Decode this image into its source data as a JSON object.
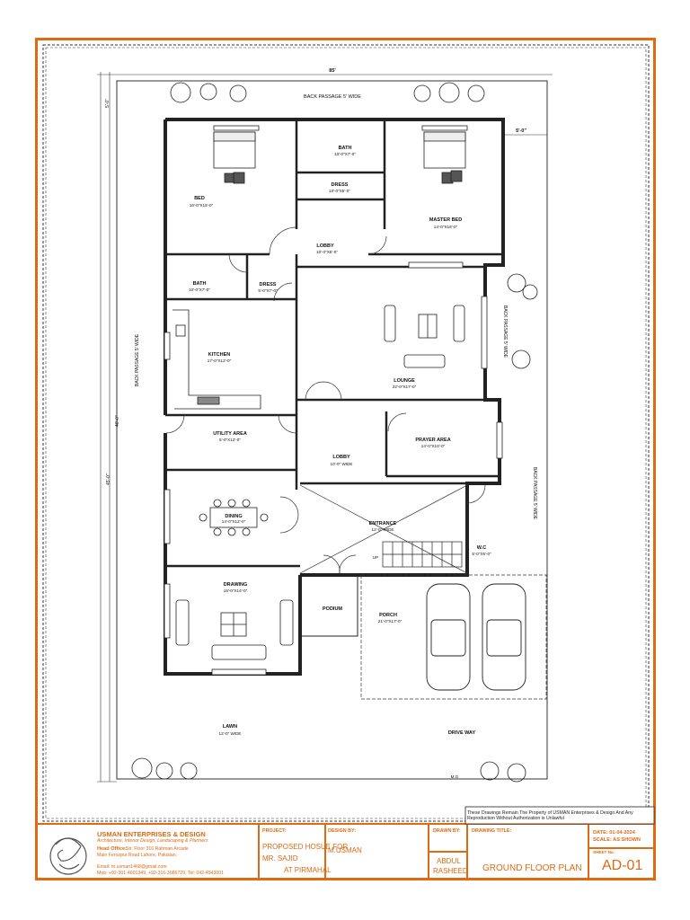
{
  "plan": {
    "overall_width_dim": "85'",
    "overall_depth_dim": "45'-0\"",
    "left_dim_top": "5'-0\"",
    "left_dim_mid": "40'-0\"",
    "right_top_dim": "5'-0\"",
    "back_passage": "BACK PASSAGE 5' WIDE",
    "side_passage_right_upper": "BACK PASSAGE 5' WIDE",
    "side_passage_left": "BACK PASSAGE 5' WIDE",
    "side_passage_right_lower": "BACK PASSAGE 5' WIDE",
    "lawn": {
      "label": "LAWN",
      "dim": "12'-0\" WIDE"
    },
    "driveway": {
      "label": "DRIVE WAY"
    },
    "bottom_label": "M.G",
    "rooms": [
      {
        "id": "bed",
        "label": "BED",
        "dim": "16'-0\"X15'-0\""
      },
      {
        "id": "bath-top",
        "label": "BATH",
        "dim": "10'-0\"X7'-0\""
      },
      {
        "id": "dress-top",
        "label": "DRESS",
        "dim": "10'-0\"X5'-0\""
      },
      {
        "id": "master-bed",
        "label": "MASTER BED",
        "dim": "14'-0\"X16'-0\""
      },
      {
        "id": "lobby-top",
        "label": "LOBBY",
        "dim": "10'-0\"X5'-0\""
      },
      {
        "id": "bath-left",
        "label": "BATH",
        "dim": "10'-0\"X7'-0\""
      },
      {
        "id": "dress-left",
        "label": "DRESS",
        "dim": "5'-0\"X7'-0\""
      },
      {
        "id": "kitchen",
        "label": "KITCHEN",
        "dim": "17'-0\"X12'-0\""
      },
      {
        "id": "lounge",
        "label": "LOUNGE",
        "dim": "22'-0\"X17'-0\""
      },
      {
        "id": "utility",
        "label": "UTILITY AREA",
        "dim": "5'-0\"X12'-0\""
      },
      {
        "id": "lobby-mid",
        "label": "LOBBY",
        "dim": "10'-0\" WIDE"
      },
      {
        "id": "prayer",
        "label": "PRAYER AREA",
        "dim": "14'-0\"X10'-0\""
      },
      {
        "id": "dining",
        "label": "DINING",
        "dim": "14'-0\"X12'-0\""
      },
      {
        "id": "entrance",
        "label": "ENTRANCE",
        "dim": "12'-0\" WIDE"
      },
      {
        "id": "drawing",
        "label": "DRAWING",
        "dim": "16'-0\"X14'-0\""
      },
      {
        "id": "podium",
        "label": "PODIUM",
        "dim": ""
      },
      {
        "id": "porch",
        "label": "PORCH",
        "dim": "21'-0\"X17'-0\""
      },
      {
        "id": "wc",
        "label": "W.C",
        "dim": "5'-0\"X5'-0\""
      }
    ],
    "stair_label": "UP"
  },
  "title_block": {
    "disclaimer": "These Drawings Remain The Property of USMAN Enterprises & Design And Any Reproduction Without Authorization is Unlawful",
    "company": {
      "name": "USMAN ENTERPRISES & DESIGN",
      "tagline": "Architecture, Interior Design, Landscaping & Planners",
      "office_label": "Head Office:",
      "address1": "Str. Floor 316 Rahman Arcade",
      "address2": "Main Ferozpur Road Lahore, Pakistan.",
      "email_line": "Email: m.usman1468@gmail.com",
      "phone_line": "Mob: +92-301-4601349, +92-316-3086729, Tel: 042-4543001"
    },
    "project_label": "PROJECT:",
    "project_line1": "PROPOSED HOSUE FOR",
    "project_line2": "MR. SAJID",
    "project_line3": "AT PIRMAHAL",
    "design_label": "DESIGN BY:",
    "design_by": "M.USMAN",
    "drawn_label": "DRAWN BY:",
    "drawn_by_1": "ABDUL",
    "drawn_by_2": "RASHEED",
    "drawing_title_label": "DRAWING TITLE:",
    "drawing_title": "GROUND FLOOR PLAN",
    "date_line": "DATE:  01-04-2024",
    "scale_line": "SCALE:  AS SHOWN",
    "sheet_label": "SHEET No.",
    "sheet_no": "AD-01"
  },
  "colors": {
    "border": "#e06a12",
    "line": "#222222",
    "wall_fill": "#d9d9d9"
  }
}
